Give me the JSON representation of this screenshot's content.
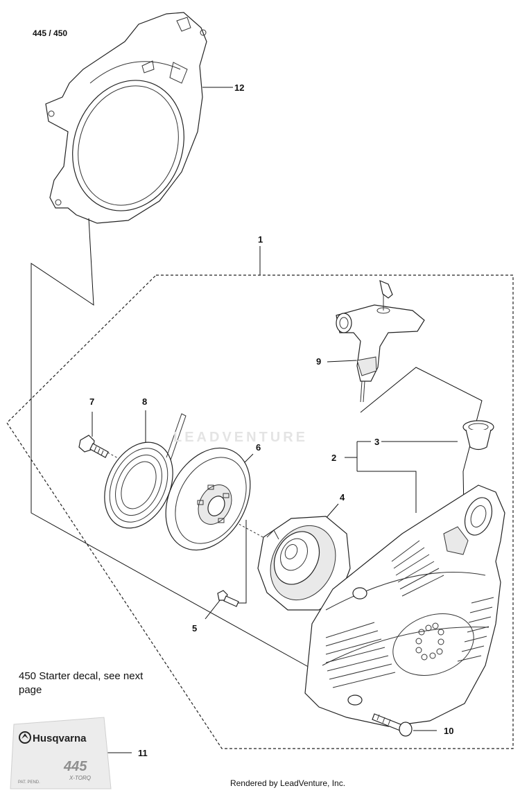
{
  "header": {
    "model_label": "445 / 450"
  },
  "callouts": [
    {
      "id": "c1",
      "label": "1"
    },
    {
      "id": "c2",
      "label": "2"
    },
    {
      "id": "c3",
      "label": "3"
    },
    {
      "id": "c4",
      "label": "4"
    },
    {
      "id": "c5",
      "label": "5"
    },
    {
      "id": "c6",
      "label": "6"
    },
    {
      "id": "c7",
      "label": "7"
    },
    {
      "id": "c8",
      "label": "8"
    },
    {
      "id": "c9",
      "label": "9"
    },
    {
      "id": "c10",
      "label": "10"
    },
    {
      "id": "c11",
      "label": "11"
    },
    {
      "id": "c12",
      "label": "12"
    }
  ],
  "note": {
    "text": "450 Starter decal, see next page"
  },
  "decal": {
    "brand": "Husqvarna",
    "model": "445",
    "sub": "X-TORQ",
    "patent": "PAT. PEND."
  },
  "watermark": {
    "text": "LEADVENTURE"
  },
  "footer": {
    "text": "Rendered by LeadVenture, Inc."
  }
}
